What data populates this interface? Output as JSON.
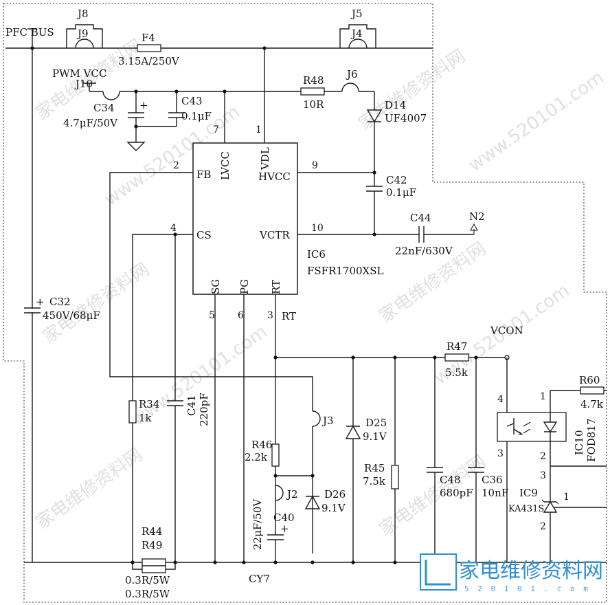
{
  "nets": {
    "pfc_bus": "PFC BUS",
    "pwm_vcc": "PWM VCC",
    "vcon": "VCON",
    "n2": "N2",
    "cy7": "CY7"
  },
  "connectors": {
    "j8": "J8",
    "j9": "J9",
    "j5": "J5",
    "j4": "J4",
    "j10": "J10",
    "j6": "J6",
    "j3": "J3",
    "j2": "J2"
  },
  "components": {
    "f4": {
      "ref": "F4",
      "value": "3.15A/250V"
    },
    "c34": {
      "ref": "C34",
      "value": "4.7μF/50V"
    },
    "c43": {
      "ref": "C43",
      "value": "0.1μF"
    },
    "r48": {
      "ref": "R48",
      "value": "10R"
    },
    "d14": {
      "ref": "D14",
      "value": "UF4007"
    },
    "c42": {
      "ref": "C42",
      "value": "0.1μF"
    },
    "c44": {
      "ref": "C44",
      "value": "22nF/630V"
    },
    "c32": {
      "ref": "C32",
      "value": "450V/68μF"
    },
    "r34": {
      "ref": "R34",
      "value": "1k"
    },
    "c41": {
      "ref": "C41",
      "value": "220pF"
    },
    "r46": {
      "ref": "R46",
      "value": "2.2k"
    },
    "c40": {
      "ref": "C40",
      "value": "22μF/50V"
    },
    "d26": {
      "ref": "D26",
      "value": "9.1V"
    },
    "d25": {
      "ref": "D25",
      "value": "9.1V"
    },
    "r45": {
      "ref": "R45",
      "value": "7.5k"
    },
    "r47": {
      "ref": "R47",
      "value": "5.5k"
    },
    "c48": {
      "ref": "C48",
      "value": "680pF"
    },
    "c36": {
      "ref": "C36",
      "value": "10nF"
    },
    "r60": {
      "ref": "R60",
      "value": "4.7k"
    },
    "ic10": {
      "ref": "IC10",
      "value": "FOD817"
    },
    "ic9": {
      "ref": "IC9",
      "value": "KA431S"
    },
    "r44": {
      "ref": "R44",
      "value": "0.3R/5W"
    },
    "r49": {
      "ref": "R49",
      "value": "0.3R/5W"
    }
  },
  "ic6": {
    "ref": "IC6",
    "part": "FSFR1700XSL",
    "pins": {
      "fb": {
        "name": "FB",
        "num": "2"
      },
      "lvcc": {
        "name": "LVCC",
        "num": "7"
      },
      "vdl": {
        "name": "VDL",
        "num": "1"
      },
      "hvcc": {
        "name": "HVCC",
        "num": "9"
      },
      "cs": {
        "name": "CS",
        "num": "4"
      },
      "vctr": {
        "name": "VCTR",
        "num": "10"
      },
      "sg": {
        "name": "SG",
        "num": "5"
      },
      "pg": {
        "name": "PG",
        "num": "6"
      },
      "rt": {
        "name": "RT",
        "num": "3"
      },
      "rt_net": "RT"
    }
  },
  "pin_numbers": {
    "ic10_4": "4",
    "ic10_1": "1",
    "ic10_3": "3",
    "ic10_2": "2",
    "ic9_3": "3",
    "ic9_2": "2",
    "ic9_1": "1"
  },
  "watermarks": {
    "site_cn": "家电维修资料网",
    "site_url": "www.520101.com"
  },
  "logo": {
    "text": "家电维修资料网",
    "url": "5 2 0 1 0 1 . c o m"
  },
  "polarity": {
    "plus": "+"
  }
}
